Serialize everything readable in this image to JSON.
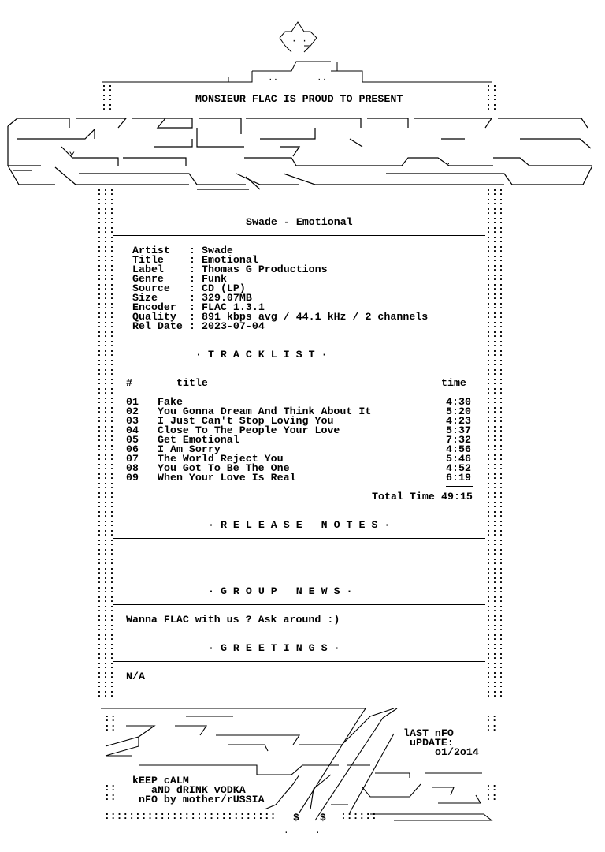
{
  "header": {
    "presenter": "MONSIEUR FLAC IS PROUD TO PRESENT"
  },
  "release": {
    "headline": "Swade - Emotional",
    "info": [
      {
        "key": "Artist",
        "value": "Swade"
      },
      {
        "key": "Title",
        "value": "Emotional"
      },
      {
        "key": "Label",
        "value": "Thomas G Productions"
      },
      {
        "key": "Genre",
        "value": "Funk"
      },
      {
        "key": "Source",
        "value": "CD (LP)"
      },
      {
        "key": "Size",
        "value": "329.07MB"
      },
      {
        "key": "Encoder",
        "value": "FLAC 1.3.1"
      },
      {
        "key": "Quality",
        "value": "891 kbps avg / 44.1 kHz / 2 channels"
      },
      {
        "key": "Rel Date",
        "value": "2023-07-04"
      }
    ]
  },
  "sections": {
    "tracklist": "· T R A C K L I S T ·",
    "release_notes": "· R E L E A S E   N O T E S ·",
    "group_news": "· G R O U P   N E W S ·",
    "greetings": "· G R E E T I N G S ·"
  },
  "tracklist": {
    "col_num": "#",
    "col_title": "_title_",
    "col_time": "_time_",
    "tracks": [
      {
        "num": "01",
        "title": "Fake",
        "time": "4:30"
      },
      {
        "num": "02",
        "title": "You Gonna Dream And Think About It",
        "time": "5:20"
      },
      {
        "num": "03",
        "title": "I Just Can't Stop Loving You",
        "time": "4:23"
      },
      {
        "num": "04",
        "title": "Close To The People Your Love",
        "time": "5:37"
      },
      {
        "num": "05",
        "title": "Get Emotional",
        "time": "7:32"
      },
      {
        "num": "06",
        "title": "I Am Sorry",
        "time": "4:56"
      },
      {
        "num": "07",
        "title": "The World Reject You",
        "time": "5:46"
      },
      {
        "num": "08",
        "title": "You Got To Be The One",
        "time": "4:52"
      },
      {
        "num": "09",
        "title": "When Your Love Is Real",
        "time": "6:19"
      }
    ],
    "total_label": "Total Time",
    "total_value": "49:15"
  },
  "group_news": {
    "text": "Wanna FLAC with us ? Ask around :)"
  },
  "greetings": {
    "text": "N/A"
  },
  "footer": {
    "last_nfo_1": "lAST nFO",
    "last_nfo_2": "uPDATE:",
    "last_nfo_3": "o1/2o14",
    "motto_1": "kEEP cALM",
    "motto_2": "aND dRINK vODKA",
    "motto_3": "nFO by mother/rUSSIA"
  }
}
